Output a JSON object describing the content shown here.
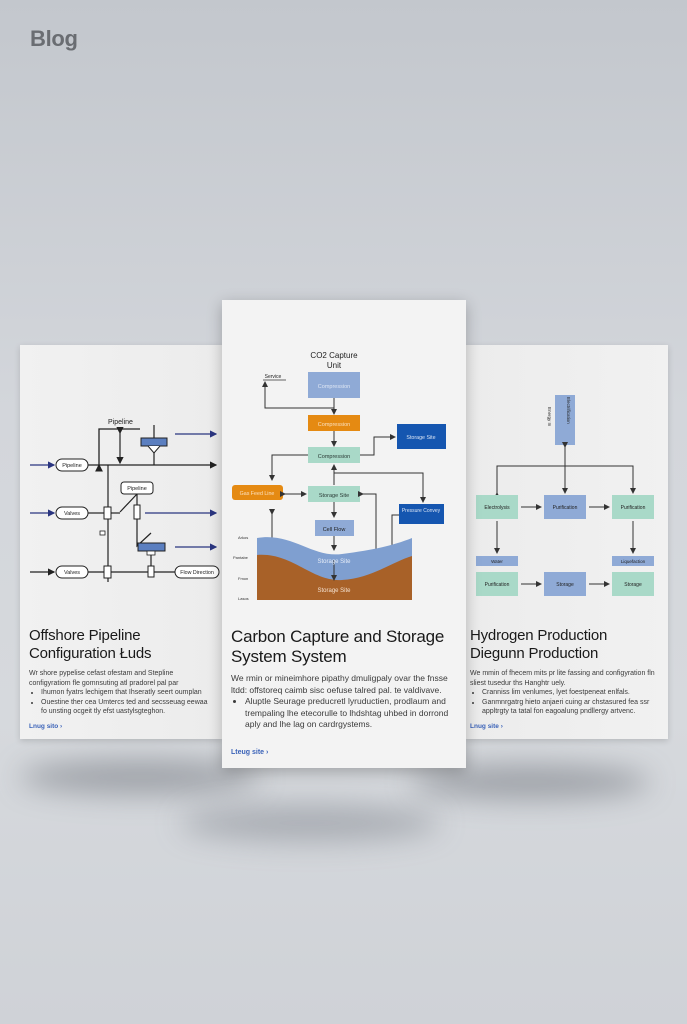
{
  "page": {
    "title": "Blog"
  },
  "colors": {
    "link": "#3a62b8",
    "flow_arrow": "#2a3580",
    "light_blue": "#8faad6",
    "orange": "#e58a12",
    "teal": "#a9d9c8",
    "dark_blue": "#1556b0",
    "earth": "#a86128",
    "water": "#7f9fd0"
  },
  "cards": [
    {
      "id": "offshore",
      "title": "Offshore Pipeline Configuration Łuds",
      "description": "Wr shore pypelise cefast ofestam and Stepline configyratiom fle gomnsuting atl pradorel pal par",
      "bullets": [
        "Ihumon fyatrs lechigem that Ihseratly seert oumplan",
        "Ouestine ther cea Umtercs ted and secsseuag eewaa fo unsting ocgeit tly efst uastylsgteghon."
      ],
      "link": "Lnug sito ›",
      "diagram": {
        "labels": {
          "pipeline_top": "Pipeline",
          "pipeline_node": "Pipeline",
          "valves_1": "Valves",
          "valves_2": "Valves",
          "pipeline_box": "Pipeline",
          "flow_direction": "Flow Direction"
        }
      }
    },
    {
      "id": "carbon",
      "title": "Carbon Capture and Storage System System",
      "description": "We rmin or mineimhore pipathy dmuligpaly ovar the fnsse ltdd: offstoreq caimb sisc oefuse talred pal. te valdivave.",
      "bullets": [
        "Aluptle Seurage preducretl lyruductien, prodlaum and trempaling lhe etecorulle to lhdshtag uhbed in dorrond aply and lhe lag on cardrgystems."
      ],
      "link": "Lteug site ›",
      "diagram": {
        "title_line1": "CO2 Capture",
        "title_line2": "Unit",
        "service": "Service",
        "box1": "Compression",
        "box2": "Compression",
        "box3": "Compression",
        "storage_top": "Storage Site",
        "feed": "Gas Feed Line",
        "storage_mid": "Storage Site",
        "cell": "Cell Flow",
        "pressure": "Pressure Convey",
        "layer_water": "Storage Site",
        "layer_earth": "Storage Site",
        "side_labels": [
          "Arkos",
          "Pantabe",
          "Fmon",
          "Lasos"
        ]
      }
    },
    {
      "id": "hydrogen",
      "title": "Hydrogen Production Diegunn Production",
      "description": "We mmin of fhecem mits pr lite fassing and configyration fln sliest tusedur ths Hanghtr uely.",
      "bullets": [
        "Cranniss lim venlumes, lyet foestpeneat enlfals.",
        "Ganmnrgatrg hieto anjaeri cuing ar chstasured fea ssr appltrgty ta tatal fon eagoalung pndllergy artvenc."
      ],
      "link": "Lnug site ›",
      "diagram": {
        "top_box": "Electrification",
        "top_side": "Energy In",
        "electrolysis": "Electrolysis",
        "purification_mid": "Purification",
        "purification_right": "Purification",
        "small_left": "Water",
        "small_right": "Liquefaction",
        "purification_bottom": "Purification",
        "storage_mid": "Storage",
        "storage_right": "Storage"
      }
    }
  ]
}
